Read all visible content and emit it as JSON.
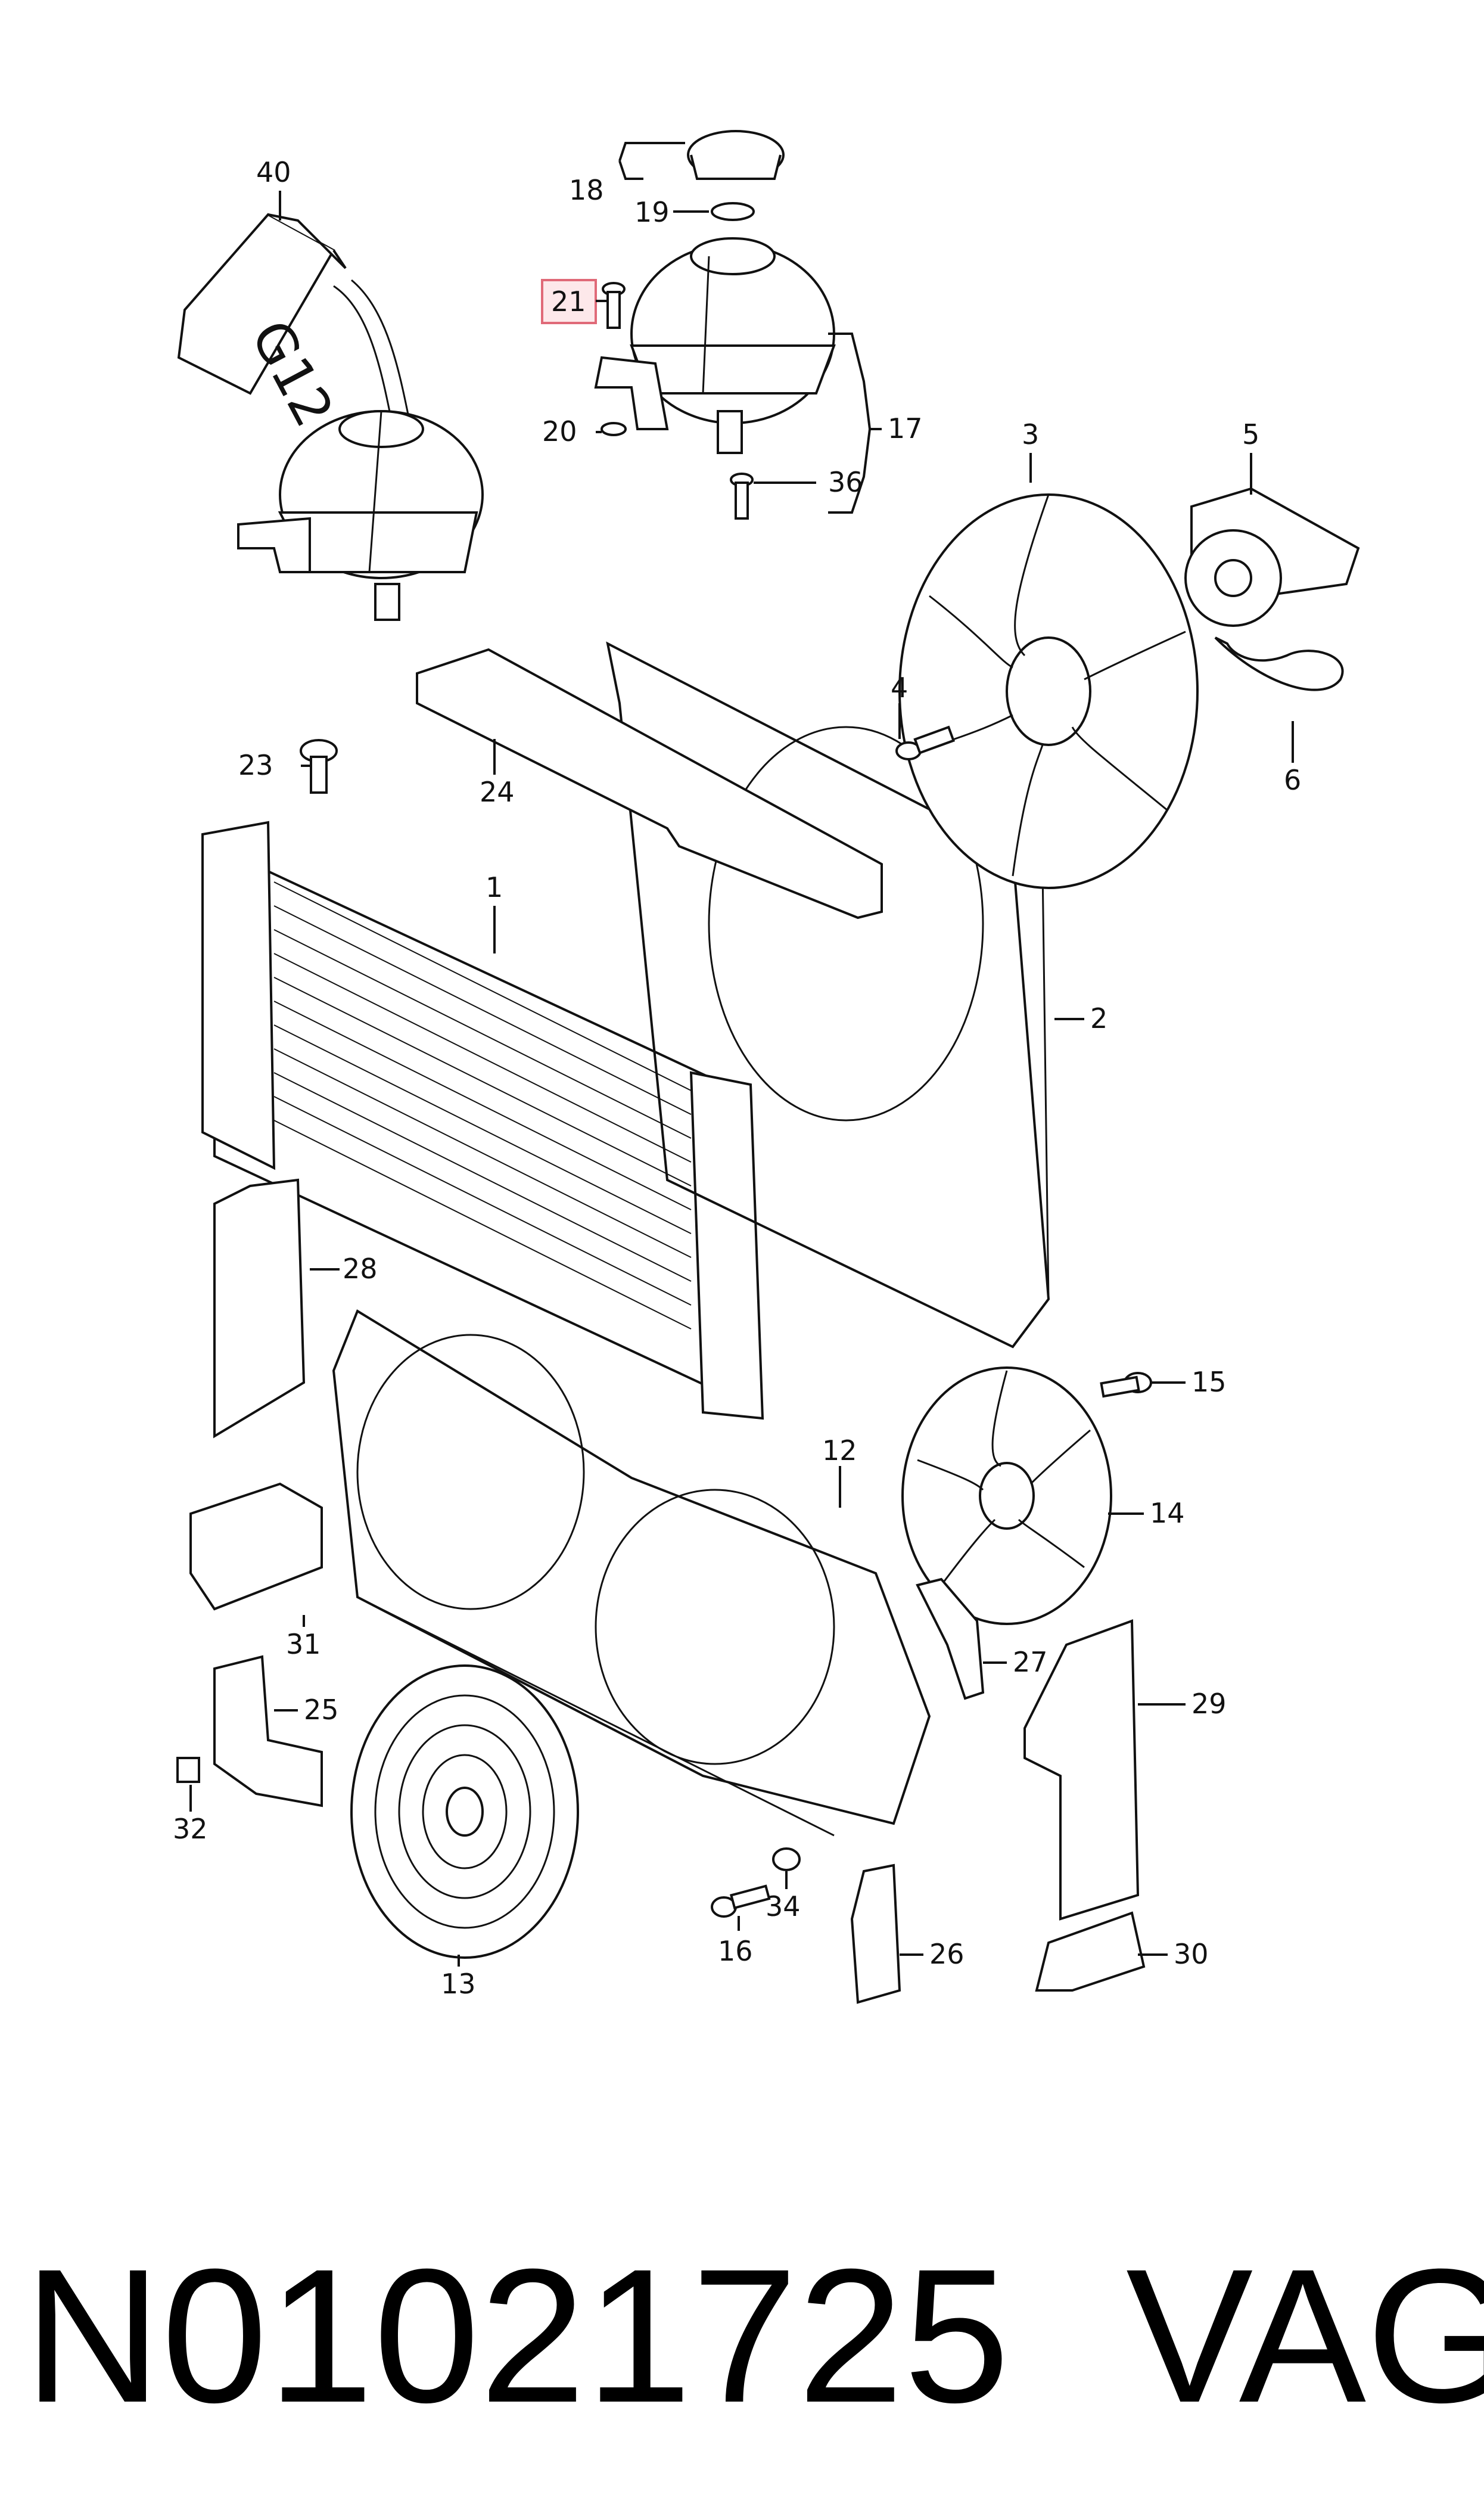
{
  "labels": {
    "l1": "1",
    "l2": "2",
    "l3": "3",
    "l4": "4",
    "l5": "5",
    "l6": "6",
    "l12": "12",
    "l13": "13",
    "l14": "14",
    "l15": "15",
    "l16": "16",
    "l17": "17",
    "l18": "18",
    "l19": "19",
    "l20": "20",
    "l21": "21",
    "l23": "23",
    "l24": "24",
    "l25": "25",
    "l26": "26",
    "l27": "27",
    "l28": "28",
    "l29": "29",
    "l30": "30",
    "l31": "31",
    "l32": "32",
    "l34": "34",
    "l36": "36",
    "l40": "40"
  },
  "bottle_mark": "G12",
  "highlighted_part": "21",
  "caption": {
    "part_number": "N01021725",
    "brand": "VAG"
  }
}
